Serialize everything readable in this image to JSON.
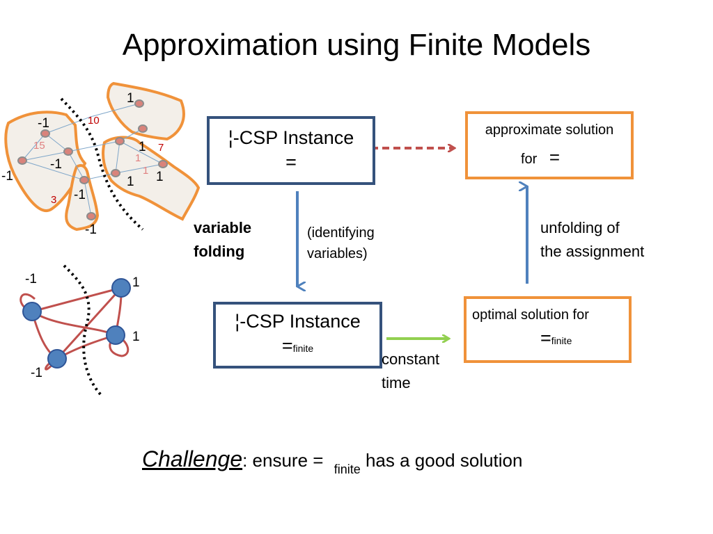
{
  "slide": {
    "title": "Approximation using Finite Models"
  },
  "box_csp_top": {
    "label": "¦-CSP Instance",
    "symbol": "="
  },
  "box_csp_bottom": {
    "label": "¦-CSP Instance",
    "symbol": "=",
    "subscript": "finite"
  },
  "box_approx": {
    "line1": "approximate solution",
    "for": "for",
    "symbol": "="
  },
  "box_optimal": {
    "line1": "optimal solution for",
    "symbol": "=",
    "subscript": "finite"
  },
  "captions": {
    "variable": "variable",
    "folding": "folding",
    "identifying": "(identifying",
    "variables": "variables)",
    "unfolding_line1": "unfolding of",
    "unfolding_line2": "the assignment",
    "constant": "constant",
    "time": "time"
  },
  "challenge": {
    "word": "Challenge",
    "text1": ": ensure =",
    "subscript": "finite",
    "text2": "has a good solution"
  },
  "top_graph_labels": {
    "n1": "1",
    "n10": "10",
    "nm1a": "-1",
    "n15": "15",
    "nm1b": "-1",
    "nm1c": "-1",
    "n1b": "1",
    "n7": "7",
    "n1c": "1",
    "n1d": "1",
    "n1e": "1",
    "n1f": "1",
    "nm1d": "-1",
    "n3": "3",
    "nm1e": "-1"
  },
  "bottom_graph_labels": {
    "tl": "-1",
    "tr": "1",
    "mr": "1",
    "bl": "-1"
  },
  "colors": {
    "blue_border": "#35527c",
    "orange": "#f0923a",
    "red_dashed": "#c0504d",
    "arrow_blue": "#4f81bd",
    "green": "#92d050",
    "region_fill": "#f3efe9",
    "node_red": "#d9837b",
    "node_blue": "#4f81bd",
    "edge_red": "#c0504d"
  }
}
